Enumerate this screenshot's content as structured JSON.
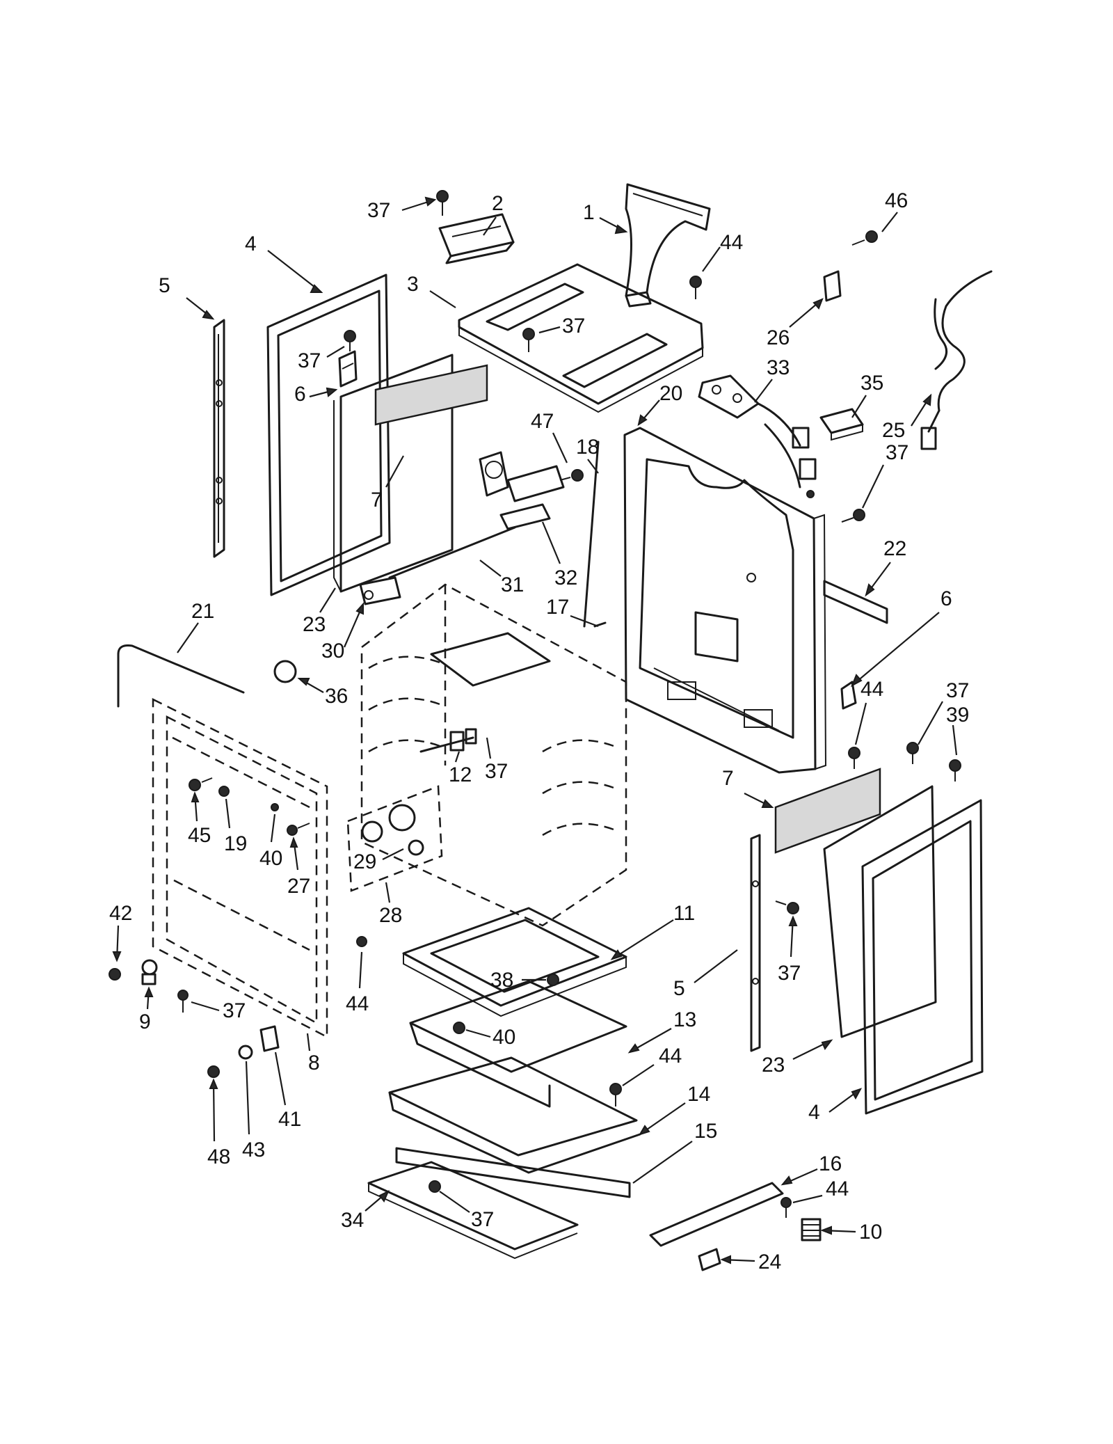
{
  "diagram": {
    "callouts": [
      {
        "n": "37"
      },
      {
        "n": "2"
      },
      {
        "n": "1"
      },
      {
        "n": "44"
      },
      {
        "n": "46"
      },
      {
        "n": "4"
      },
      {
        "n": "5"
      },
      {
        "n": "3"
      },
      {
        "n": "37"
      },
      {
        "n": "26"
      },
      {
        "n": "37"
      },
      {
        "n": "33"
      },
      {
        "n": "6"
      },
      {
        "n": "35"
      },
      {
        "n": "20"
      },
      {
        "n": "47"
      },
      {
        "n": "18"
      },
      {
        "n": "25"
      },
      {
        "n": "37"
      },
      {
        "n": "7"
      },
      {
        "n": "22"
      },
      {
        "n": "31"
      },
      {
        "n": "32"
      },
      {
        "n": "6"
      },
      {
        "n": "23"
      },
      {
        "n": "21"
      },
      {
        "n": "30"
      },
      {
        "n": "17"
      },
      {
        "n": "36"
      },
      {
        "n": "44"
      },
      {
        "n": "37"
      },
      {
        "n": "39"
      },
      {
        "n": "12"
      },
      {
        "n": "37"
      },
      {
        "n": "45"
      },
      {
        "n": "19"
      },
      {
        "n": "40"
      },
      {
        "n": "27"
      },
      {
        "n": "29"
      },
      {
        "n": "7"
      },
      {
        "n": "28"
      },
      {
        "n": "42"
      },
      {
        "n": "11"
      },
      {
        "n": "5"
      },
      {
        "n": "37"
      },
      {
        "n": "38"
      },
      {
        "n": "9"
      },
      {
        "n": "37"
      },
      {
        "n": "44"
      },
      {
        "n": "40"
      },
      {
        "n": "13"
      },
      {
        "n": "8"
      },
      {
        "n": "23"
      },
      {
        "n": "44"
      },
      {
        "n": "48"
      },
      {
        "n": "43"
      },
      {
        "n": "41"
      },
      {
        "n": "14"
      },
      {
        "n": "4"
      },
      {
        "n": "15"
      },
      {
        "n": "16"
      },
      {
        "n": "44"
      },
      {
        "n": "34"
      },
      {
        "n": "37"
      },
      {
        "n": "10"
      },
      {
        "n": "24"
      }
    ]
  }
}
